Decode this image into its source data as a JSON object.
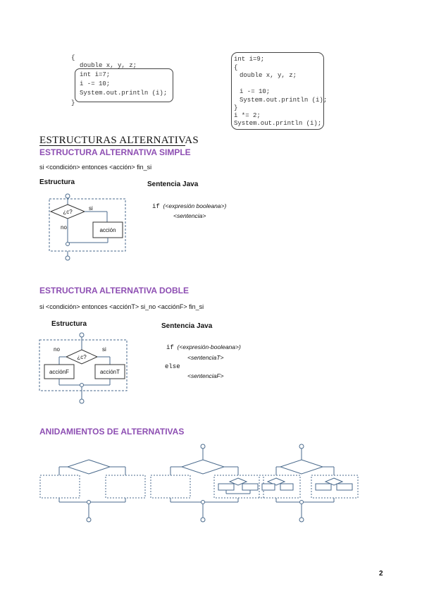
{
  "code_left": {
    "lines": [
      "{",
      "double x, y, z;",
      "int i=7;",
      "i -= 10;",
      "System.out.println (i);",
      "}"
    ]
  },
  "code_right": {
    "lines": [
      "int i=9;",
      "{",
      "double x, y, z;",
      "i -= 10;",
      "System.out.println (i);",
      "}",
      "i *= 2;",
      "System.out.println (i);"
    ]
  },
  "section": {
    "title": "ESTRUCTURAS ALTERNATIVAS"
  },
  "simple": {
    "heading": "ESTRUCTURA ALTERNATIVA SIMPLE",
    "syntax": "si <condición> entonces <acción> fin_si",
    "estructura_label": "Estructura",
    "java_label": "Sentencia Java",
    "cond": "¿c?",
    "si": "si",
    "no": "no",
    "action": "acción",
    "java_if": "if",
    "java_expr": "(<expresión booleana>)",
    "java_stmt": "<sentencia>"
  },
  "doble": {
    "heading": "ESTRUCTURA ALTERNATIVA DOBLE",
    "syntax": "si <condición> entonces <acciónT> si_no <acciónF> fin_si",
    "estructura_label": "Estructura",
    "java_label": "Sentencia Java",
    "cond": "¿c?",
    "si": "si",
    "no": "no",
    "action_f": "acciónF",
    "action_t": "acciónT",
    "java_if": "if",
    "java_expr": "(<expresión-booleana>)",
    "java_stmt_t": "<sentenciaT>",
    "java_else": "else",
    "java_stmt_f": "<sentenciaF>"
  },
  "anidamientos": {
    "heading": "ANIDAMIENTOS DE ALTERNATIVAS"
  },
  "page_number": "2"
}
